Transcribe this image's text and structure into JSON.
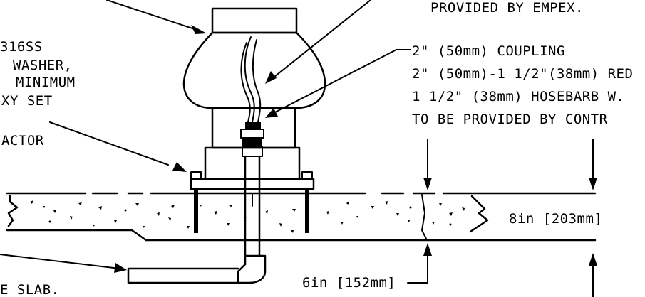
{
  "labels": {
    "provided_by": "PROVIDED BY EMPEX.",
    "coupling": "2\" (50mm) COUPLING",
    "reducer": "2\" (50mm)-1 1/2\"(38mm) RED",
    "hosebarb": "1 1/2\" (38mm) HOSEBARB W.",
    "contractor": "TO BE PROVIDED BY CONTR",
    "ss": "316SS",
    "washer": "WASHER,",
    "minimum": "MINIMUM",
    "epoxy_set": "XY SET",
    "actor": "ACTOR",
    "slab": "E SLAB.",
    "dim_8in": "8in [203mm]",
    "dim_6in": "6in [152mm]"
  },
  "colors": {
    "line": "#000000",
    "hood_fill": "#f2f2f2",
    "background": "#ffffff"
  }
}
